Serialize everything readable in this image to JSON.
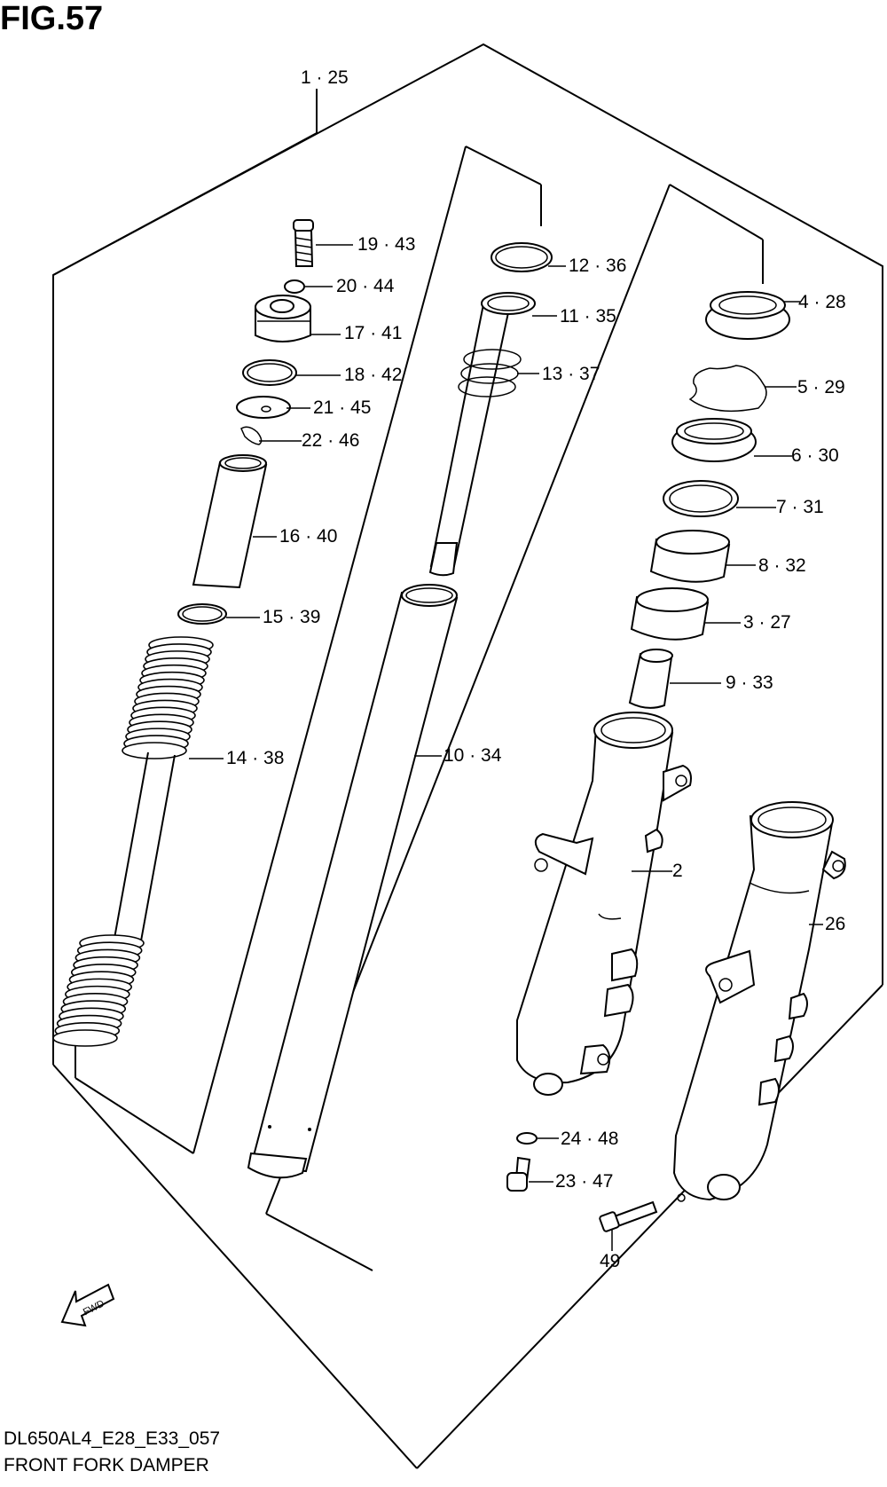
{
  "figure": {
    "title": "FIG.57"
  },
  "callouts": [
    {
      "id": "c-1-25",
      "text": "1 · 25"
    },
    {
      "id": "c-19-43",
      "text": "19 · 43"
    },
    {
      "id": "c-20-44",
      "text": "20 · 44"
    },
    {
      "id": "c-17-41",
      "text": "17 · 41"
    },
    {
      "id": "c-18-42",
      "text": "18 · 42"
    },
    {
      "id": "c-21-45",
      "text": "21 · 45"
    },
    {
      "id": "c-22-46",
      "text": "22 · 46"
    },
    {
      "id": "c-16-40",
      "text": "16 · 40"
    },
    {
      "id": "c-15-39",
      "text": "15 · 39"
    },
    {
      "id": "c-14-38",
      "text": "14 · 38"
    },
    {
      "id": "c-12-36",
      "text": "12 · 36"
    },
    {
      "id": "c-11-35",
      "text": "11 · 35"
    },
    {
      "id": "c-13-37",
      "text": "13 · 37"
    },
    {
      "id": "c-10-34",
      "text": "10 · 34"
    },
    {
      "id": "c-4-28",
      "text": "4 · 28"
    },
    {
      "id": "c-5-29",
      "text": "5 · 29"
    },
    {
      "id": "c-6-30",
      "text": "6 · 30"
    },
    {
      "id": "c-7-31",
      "text": "7 · 31"
    },
    {
      "id": "c-8-32",
      "text": "8 · 32"
    },
    {
      "id": "c-3-27",
      "text": "3 · 27"
    },
    {
      "id": "c-9-33",
      "text": "9 · 33"
    },
    {
      "id": "c-2",
      "text": "2"
    },
    {
      "id": "c-26",
      "text": "26"
    },
    {
      "id": "c-24-48",
      "text": "24 · 48"
    },
    {
      "id": "c-23-47",
      "text": "23 · 47"
    },
    {
      "id": "c-49",
      "text": "49"
    }
  ],
  "fwd_label": "FWD",
  "footer": {
    "code": "DL650AL4_E28_E33_057",
    "name": "FRONT FORK DAMPER"
  }
}
